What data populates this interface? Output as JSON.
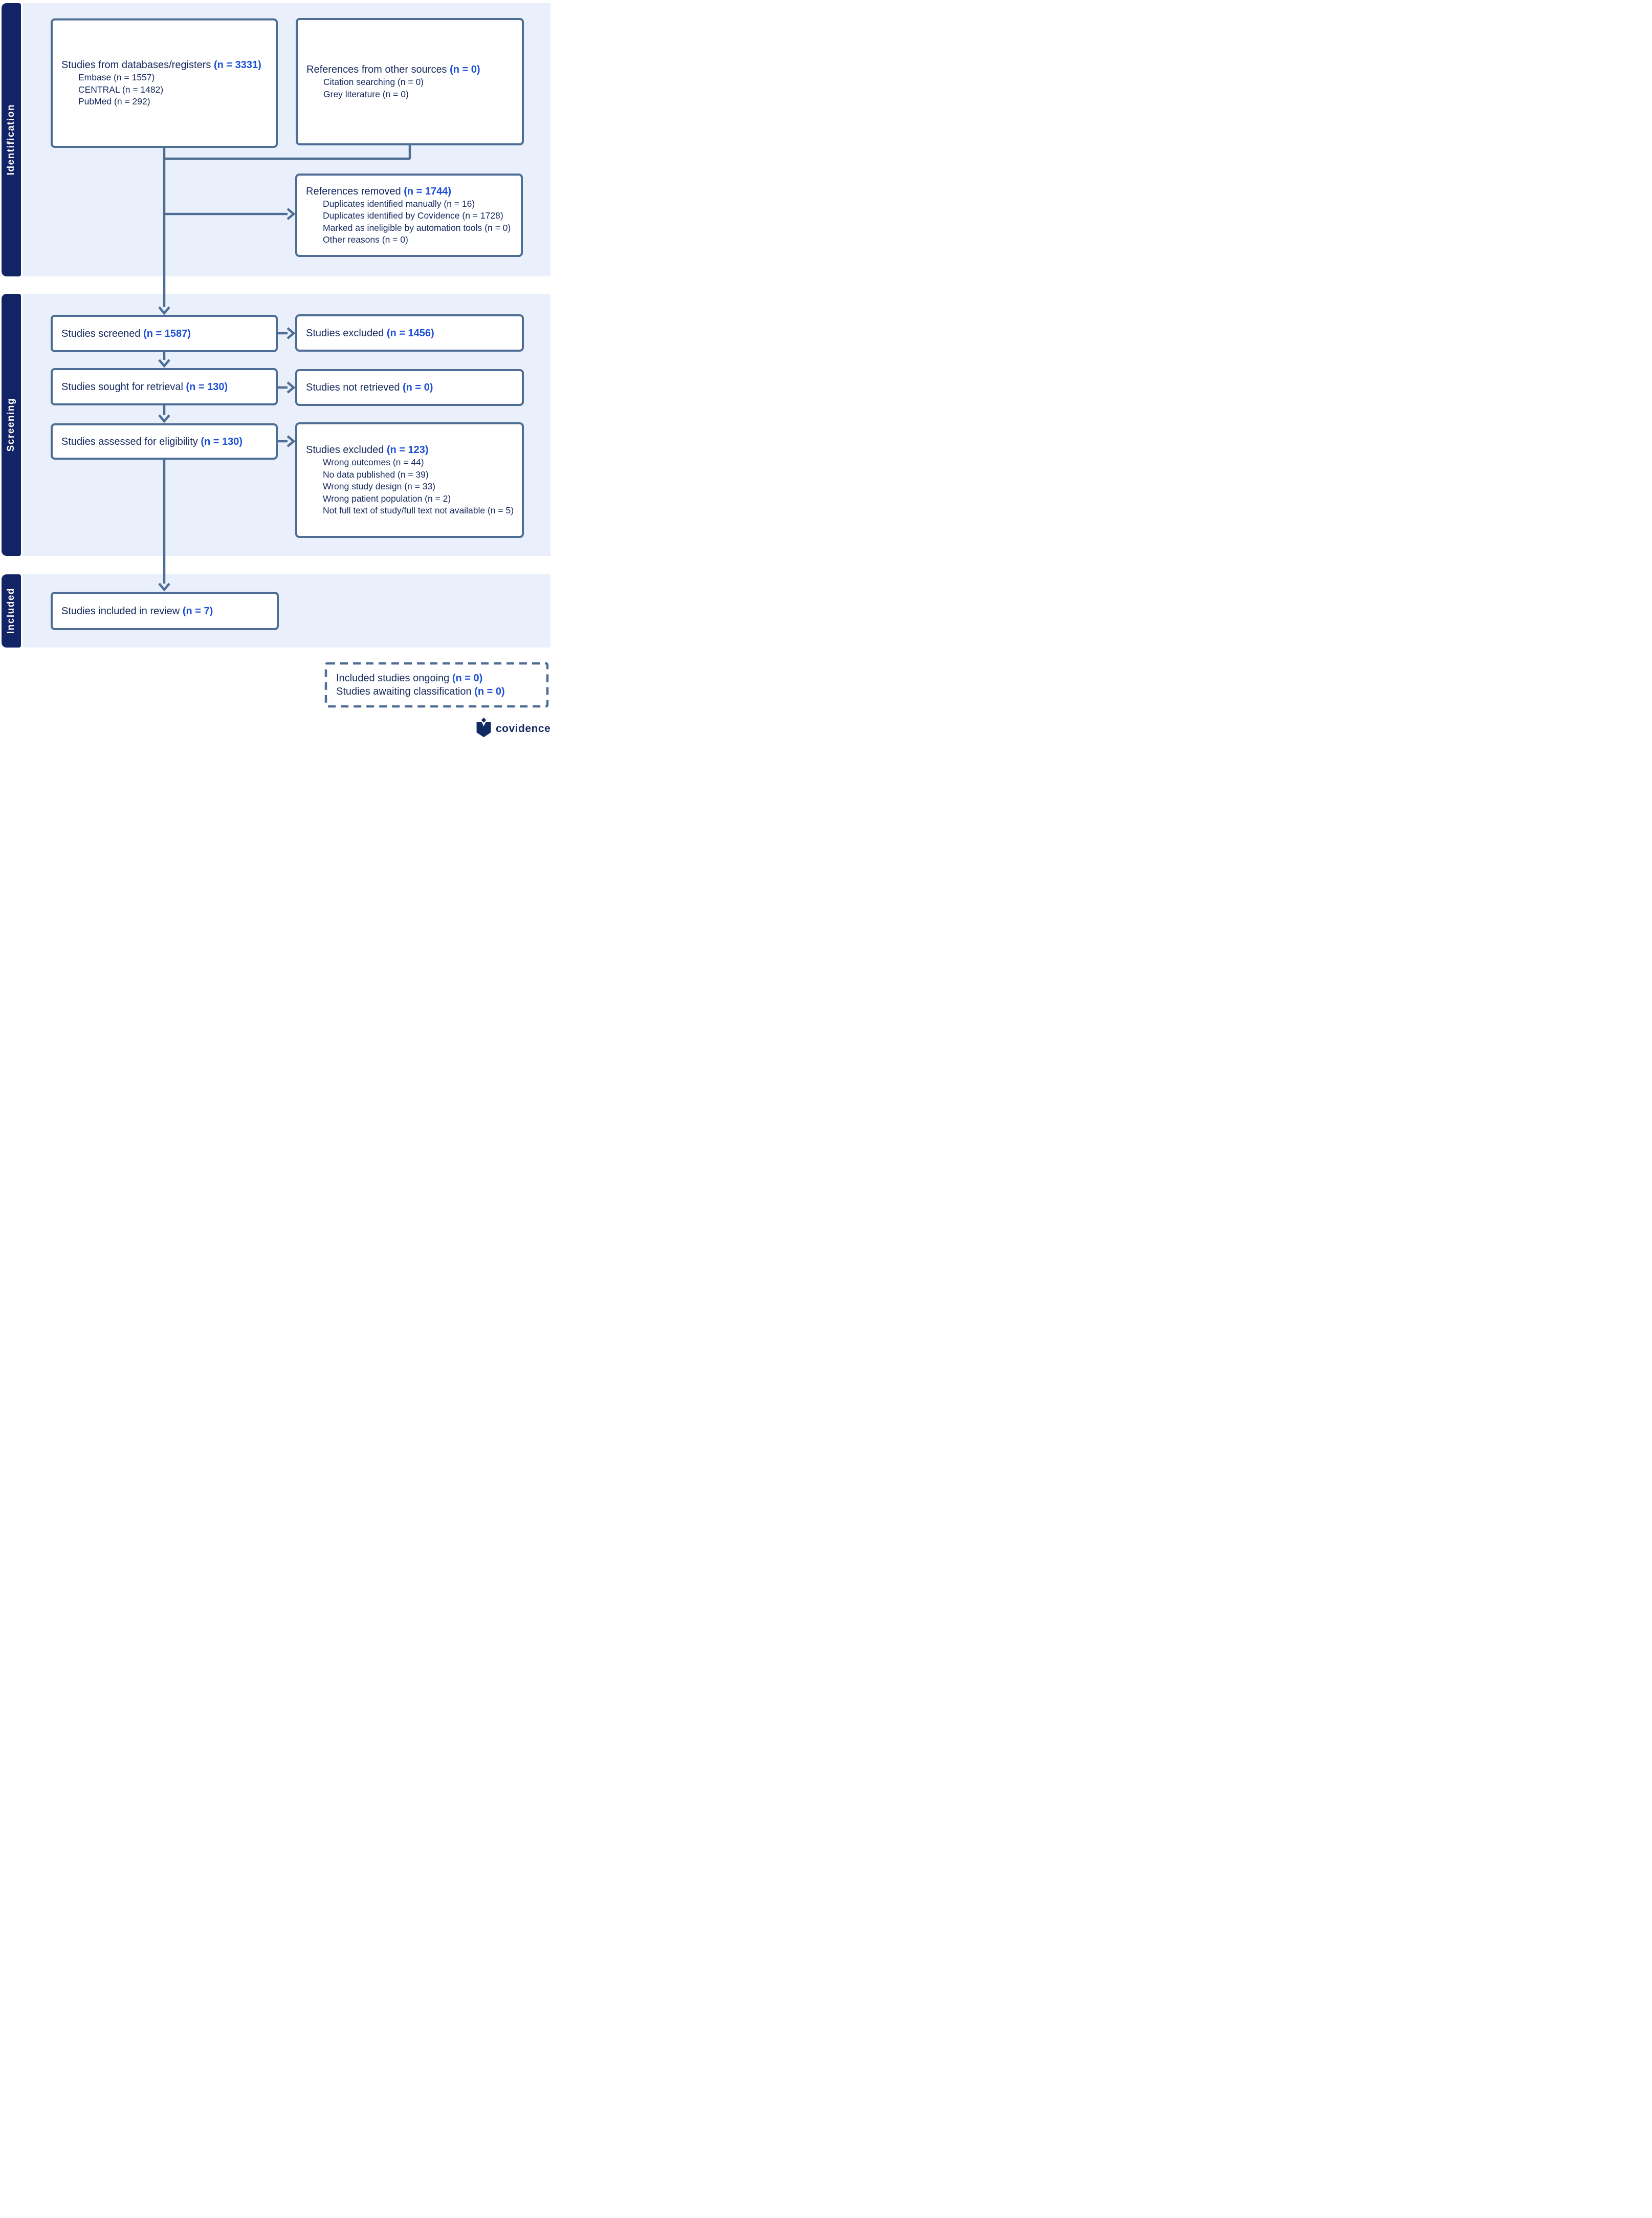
{
  "sidebar": {
    "sections": [
      "Identification",
      "Screening",
      "Included"
    ]
  },
  "boxes": {
    "databases": {
      "title": "Studies from databases/registers",
      "count": "(n = 3331)",
      "items": [
        "Embase (n = 1557)",
        "CENTRAL (n = 1482)",
        "PubMed (n = 292)"
      ]
    },
    "other_sources": {
      "title": "References from other sources",
      "count": "(n = 0)",
      "items": [
        "Citation searching (n = 0)",
        "Grey literature (n = 0)"
      ]
    },
    "references_removed": {
      "title": "References removed",
      "count": "(n = 1744)",
      "items": [
        "Duplicates identified manually (n = 16)",
        "Duplicates identified by Covidence (n = 1728)",
        "Marked as ineligible by automation tools (n = 0)",
        "Other reasons (n = 0)"
      ]
    },
    "screened": {
      "title": "Studies screened",
      "count": "(n = 1587)"
    },
    "excluded_screening": {
      "title": "Studies excluded",
      "count": "(n = 1456)"
    },
    "sought": {
      "title": "Studies sought for retrieval",
      "count": "(n = 130)"
    },
    "not_retrieved": {
      "title": "Studies not retrieved",
      "count": "(n = 0)"
    },
    "assessed": {
      "title": "Studies assessed for eligibility",
      "count": "(n = 130)"
    },
    "excluded_eligibility": {
      "title": "Studies excluded",
      "count": "(n = 123)",
      "items": [
        "Wrong outcomes (n = 44)",
        "No data published (n = 39)",
        "Wrong study design (n = 33)",
        "Wrong patient population (n = 2)",
        "Not full text of study/full text not available (n = 5)"
      ]
    },
    "included_review": {
      "title": "Studies included in review",
      "count": "(n = 7)"
    },
    "awaiting": {
      "lines": [
        {
          "title": "Included studies ongoing",
          "count": "(n = 0)"
        },
        {
          "title": "Studies awaiting classification",
          "count": "(n = 0)"
        }
      ]
    }
  },
  "footer": {
    "logo_text": "covidence"
  },
  "colors": {
    "sidebar_navy": "#122466",
    "band_blue": "#e9f0fb",
    "text_navy": "#16295f",
    "accent_blue": "#1c4ed8",
    "connector_slate": "#4e6d94"
  }
}
